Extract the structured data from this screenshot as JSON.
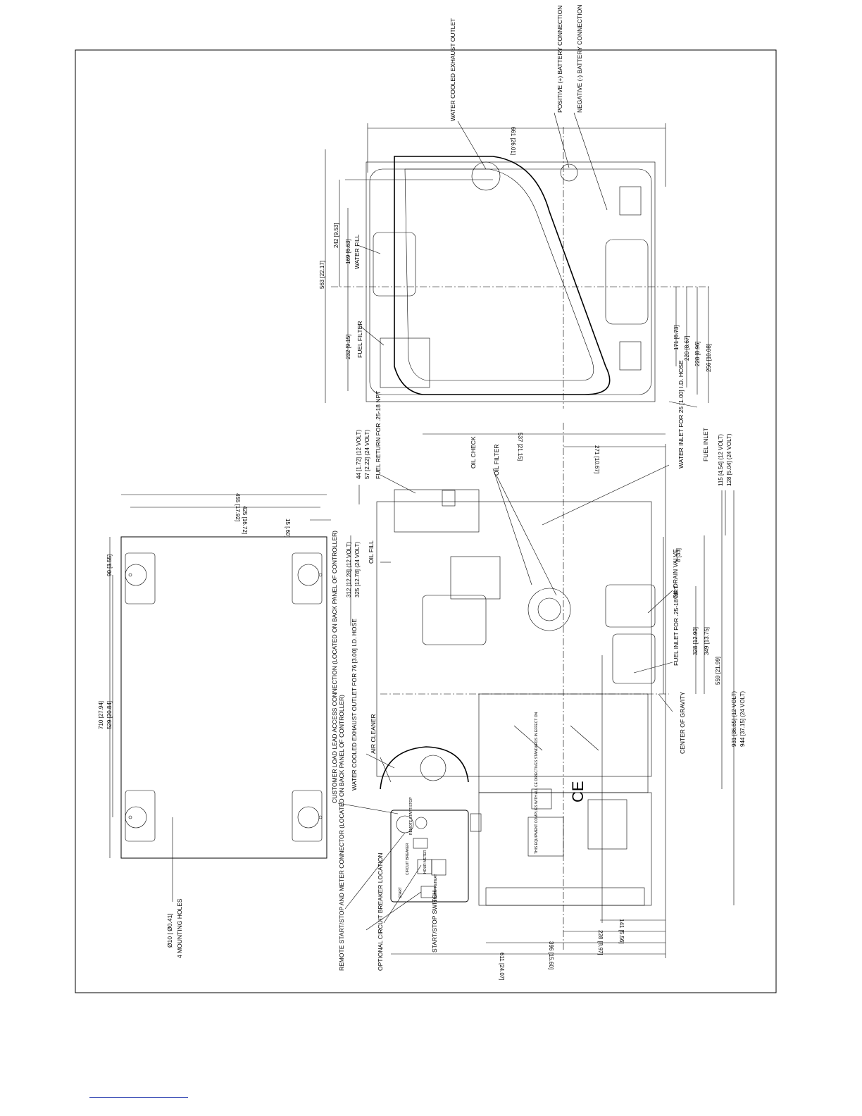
{
  "callouts": {
    "water_cooled_exhaust_outlet": "WATER COOLED EXHAUST OUTLET",
    "positive_battery": "POSITIVE (+) BATTERY CONNECTION",
    "negative_battery": "NEGATIVE (-) BATTERY CONNECTION",
    "water_fill": "WATER FILL",
    "fuel_filter": "FUEL FILTER",
    "fuel_return": "FUEL RETURN FOR .25-18 NPT",
    "oil_check": "OIL CHECK",
    "oil_filter": "OIL FILTER",
    "water_inlet": "WATER INLET FOR 25 [1.00] I.D. HOSE",
    "fuel_inlet_top": "FUEL INLET",
    "oil_fill": "OIL FILL",
    "oil_drain_valve": "OIL DRAIN VALVE",
    "fuel_inlet_npt": "FUEL INLET FOR .25-18 NPT",
    "center_of_gravity": "CENTER OF GRAVITY",
    "customer_load_lead": "CUSTOMER LOAD LEAD ACCESS CONNECTION (LOCATED ON BACK PANEL OF CONTROLLER)",
    "wc_exhaust_outlet_hose": "WATER COOLED EXHAUST OUTLET FOR 76 [3.00] I.D. HOSE",
    "air_cleaner": "AIR CLEANER",
    "remote_start_stop": "REMOTE START/STOP AND METER CONNECTOR (LOCATED ON BACK PANEL OF CONTROLLER)",
    "optional_circuit_breaker": "OPTIONAL CIRCUIT BREAKER LOCATION",
    "start_stop_switch": "START/STOP SWITCH",
    "mounting_holes": "4 MOUNTING HOLES",
    "mounting_hole_dia": "Ø10 [ Ø0.41]"
  },
  "dimensions": {
    "d661": "661 [26.01]",
    "d563": "563 [22.17]",
    "d242": "242 [9.53]",
    "d169": "169 [6.63]",
    "d232": "232 [9.15]",
    "d171": "171 [6.73]",
    "d220": "220 [8.67]",
    "d228a": "228 [8.96]",
    "d256": "256 [10.08]",
    "d537": "537 [21.15]",
    "d271": "271 [10.67]",
    "d44": "44 [1.72] (12 VOLT)",
    "d57": "57 [2.22] (24 VOLT)",
    "d115": "115 [4.54] (12 VOLT)",
    "d128": "128 [5.04] (24 VOLT)",
    "d455": "455 [17.92]",
    "d425": "425 [16.72]",
    "d15": "15 [.60]",
    "d90": "90 [3.55]",
    "d710": "710 [27.94]",
    "d529": "529 [20.84]",
    "d312": "312 [12.28] (12 VOLT)",
    "d325": "325 [12.78] (24 VOLT)",
    "d8": "8 [33]",
    "d328": "328 [12.90]",
    "d349": "349 [13.75]",
    "d559": "559 [21.99]",
    "d931": "931 [36.65] (12 VOLT)",
    "d944": "944 [37.15] (24 VOLT)",
    "d141": "141 [5.56]",
    "d228b": "228 [8.97]",
    "d396": "396 [15.60]",
    "d611": "611 [24.07]"
  },
  "panel": {
    "start": "START",
    "stop": "STOP/ PREHEAT",
    "breaker": "CIRCUIT BREAKER",
    "meter": "HOUR METER",
    "remote": "REMOTE START/STOP",
    "ce_mark": "CE",
    "compliance": "THIS EQUIPMENT COMPLIES WITH ALL CE DIRECTIVES STANDARDS IN EFFECT ON"
  },
  "icons": [
    "mounting-hole-icon",
    "ce-mark-icon",
    "warning-decal-icon"
  ]
}
